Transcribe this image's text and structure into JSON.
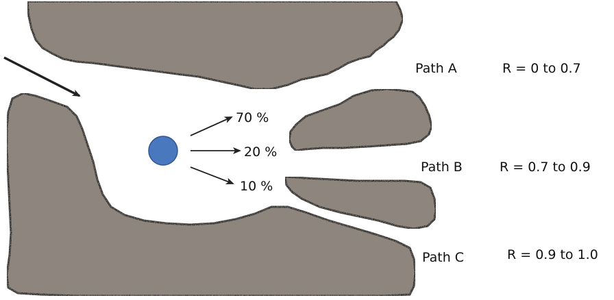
{
  "percentages": {
    "top": "70 %",
    "middle": "20 %",
    "bottom": "10 %"
  },
  "paths": [
    {
      "name": "Path A",
      "range": "R = 0 to 0.7"
    },
    {
      "name": "Path B",
      "range": "R = 0.7 to 0.9"
    },
    {
      "name": "Path C",
      "range": "R = 0.9 to 1.0"
    }
  ],
  "colors": {
    "rock_fill": "#8f857c",
    "rock_outline": "#141414",
    "particle": "#4a78bf",
    "particle_outline": "#2f558f",
    "arrow": "#222222"
  }
}
